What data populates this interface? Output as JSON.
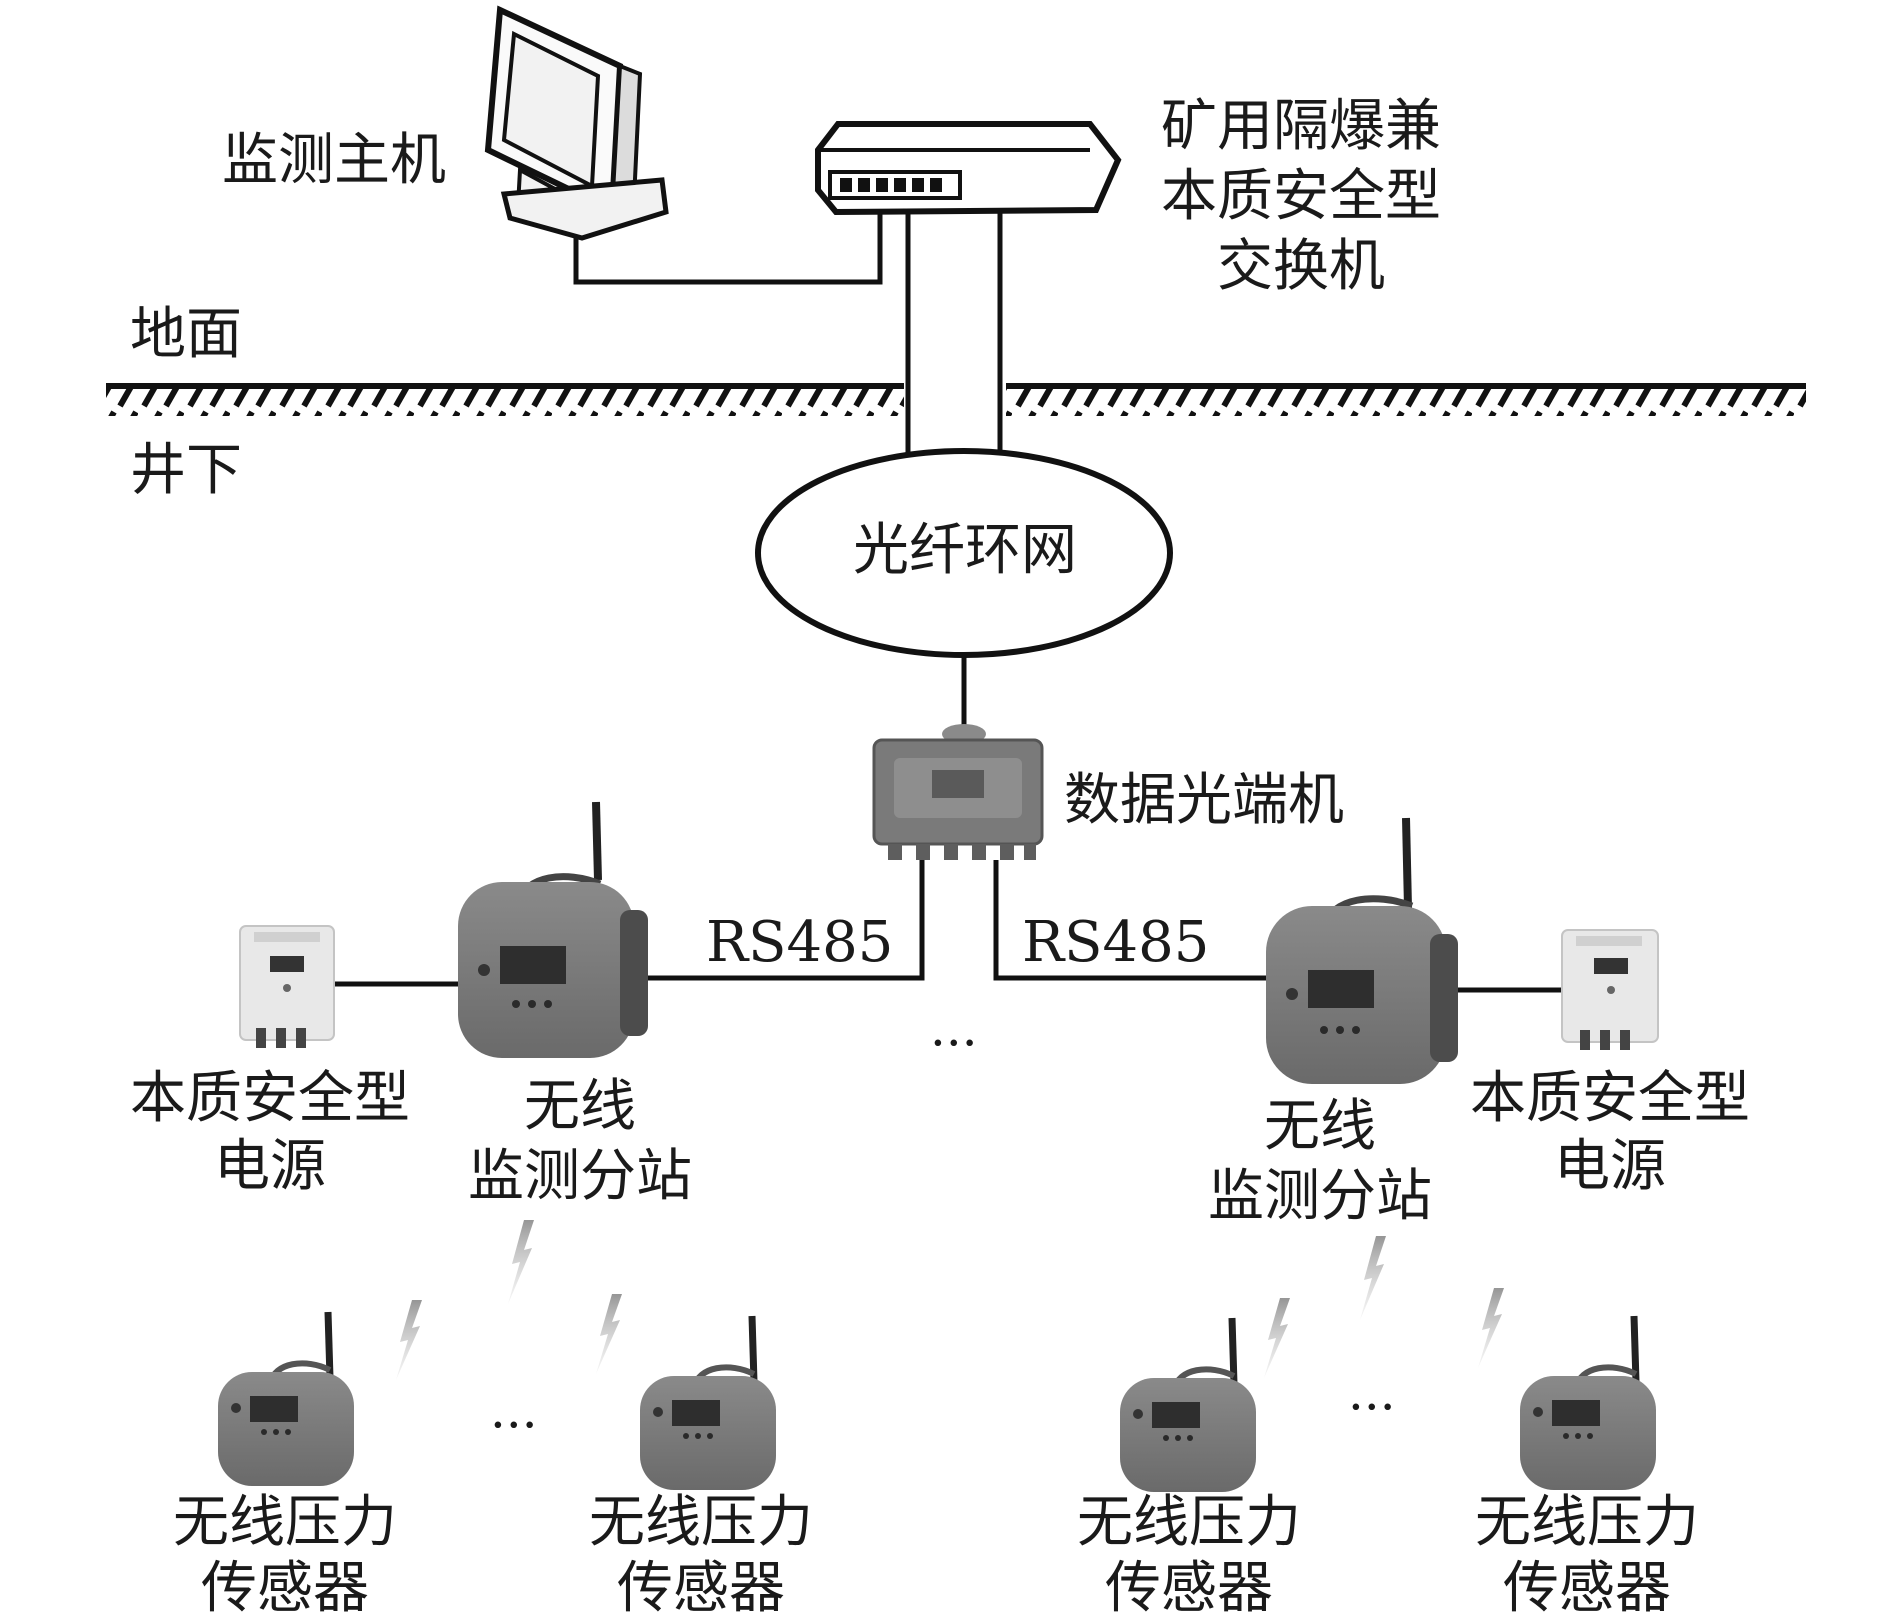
{
  "surface": {
    "ground_label": "地面",
    "underground_label": "井下"
  },
  "host": {
    "label": "监测主机"
  },
  "switch": {
    "label_lines": [
      "矿用隔爆兼",
      "本质安全型",
      "交换机"
    ]
  },
  "ring": {
    "label": "光纤环网"
  },
  "optical_terminal": {
    "label": "数据光端机"
  },
  "links": {
    "left_label": "RS485",
    "right_label": "RS485",
    "middle_ellipsis": "···"
  },
  "left_group": {
    "power": {
      "label_lines": [
        "本质安全型",
        "电源"
      ]
    },
    "substation": {
      "label_lines": [
        "无线",
        "监测分站"
      ]
    },
    "sensors": [
      {
        "label_lines": [
          "无线压力",
          "传感器"
        ]
      },
      {
        "label_lines": [
          "无线压力",
          "传感器"
        ]
      }
    ],
    "sensor_ellipsis": "···"
  },
  "right_group": {
    "power": {
      "label_lines": [
        "本质安全型",
        "电源"
      ]
    },
    "substation": {
      "label_lines": [
        "无线",
        "监测分站"
      ]
    },
    "sensors": [
      {
        "label_lines": [
          "无线压力",
          "传感器"
        ]
      },
      {
        "label_lines": [
          "无线压力",
          "传感器"
        ]
      }
    ],
    "sensor_ellipsis": "···"
  },
  "colors": {
    "line": "#111111",
    "device_body": "#6e6e6e",
    "device_dark": "#3a3a3a",
    "power_box": "#e6e6e6",
    "bolt": "#9a9a9a"
  }
}
